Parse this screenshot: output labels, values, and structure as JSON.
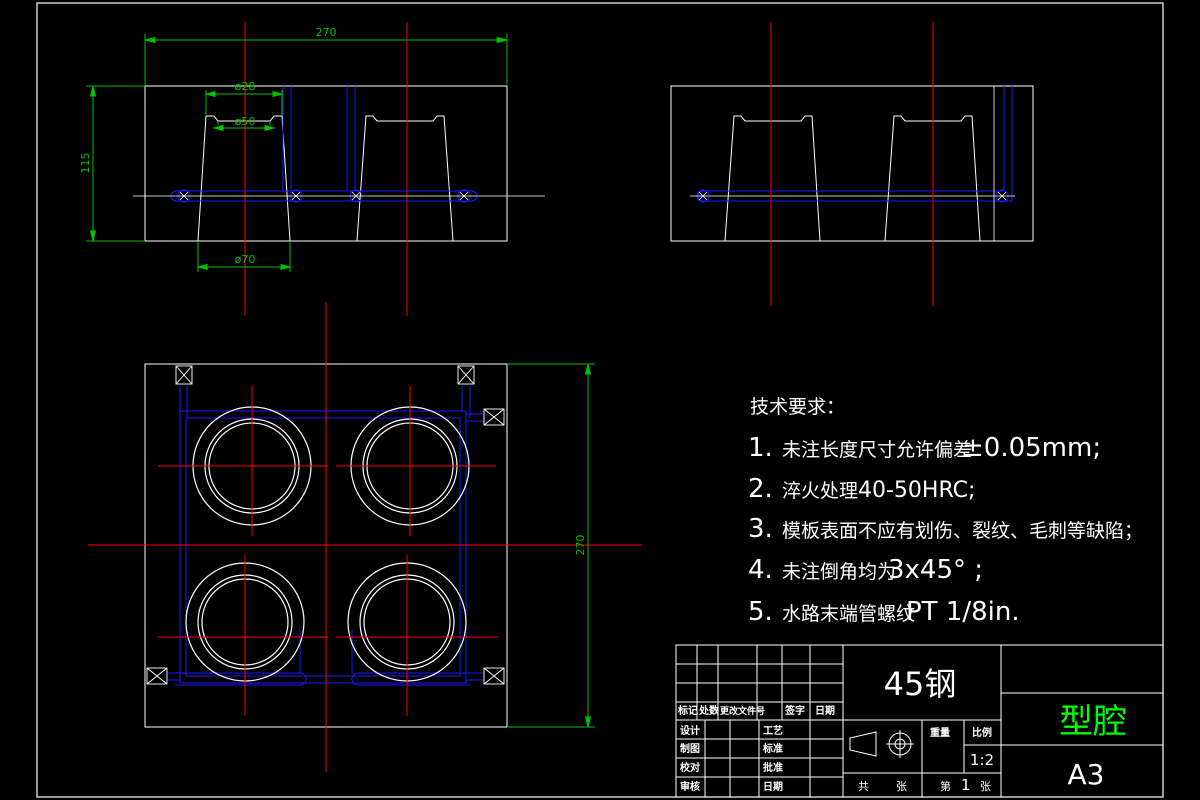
{
  "colors": {
    "background": "#000000",
    "outline": "#ffffff",
    "centerline": "#ff0000",
    "dimension": "#00c000",
    "water_channel": "#1a1aff",
    "title_text": "#00ff00"
  },
  "dimensions": {
    "top_width": "270",
    "top_height": "115",
    "dia_28": "ø28",
    "dia_50": "ø50",
    "dia_70": "ø70",
    "plan_height": "270"
  },
  "tech_requirements": {
    "heading": "技术要求：",
    "items": [
      {
        "num": "1.",
        "text": "未注长度尺寸允许偏差",
        "value": "±0.05mm;"
      },
      {
        "num": "2.",
        "text": "淬火处理",
        "value": "40-50HRC;"
      },
      {
        "num": "3.",
        "text": "模板表面不应有划伤、裂纹、毛刺等缺陷；",
        "value": ""
      },
      {
        "num": "4.",
        "text": "未注倒角均为",
        "value": "3x45° ;"
      },
      {
        "num": "5.",
        "text": "水路末端管螺纹",
        "value": "PT 1/8in."
      }
    ]
  },
  "title_block": {
    "material": "45钢",
    "part_name": "型腔",
    "sheet_size": "A3",
    "revision_header": [
      "标记",
      "处数",
      "更改文件号",
      "签字",
      "日期"
    ],
    "design": "设计",
    "drawing": "制图",
    "checking": "校对",
    "review": "审核",
    "craft": "工艺",
    "standard": "标准",
    "approve": "批准",
    "date": "日期",
    "weight_label": "重量",
    "scale_label": "比例",
    "scale_value": "1:2",
    "total_label": "共",
    "sheets_label": "张",
    "page_label": "第",
    "page_value": "1",
    "page_unit": "张"
  }
}
